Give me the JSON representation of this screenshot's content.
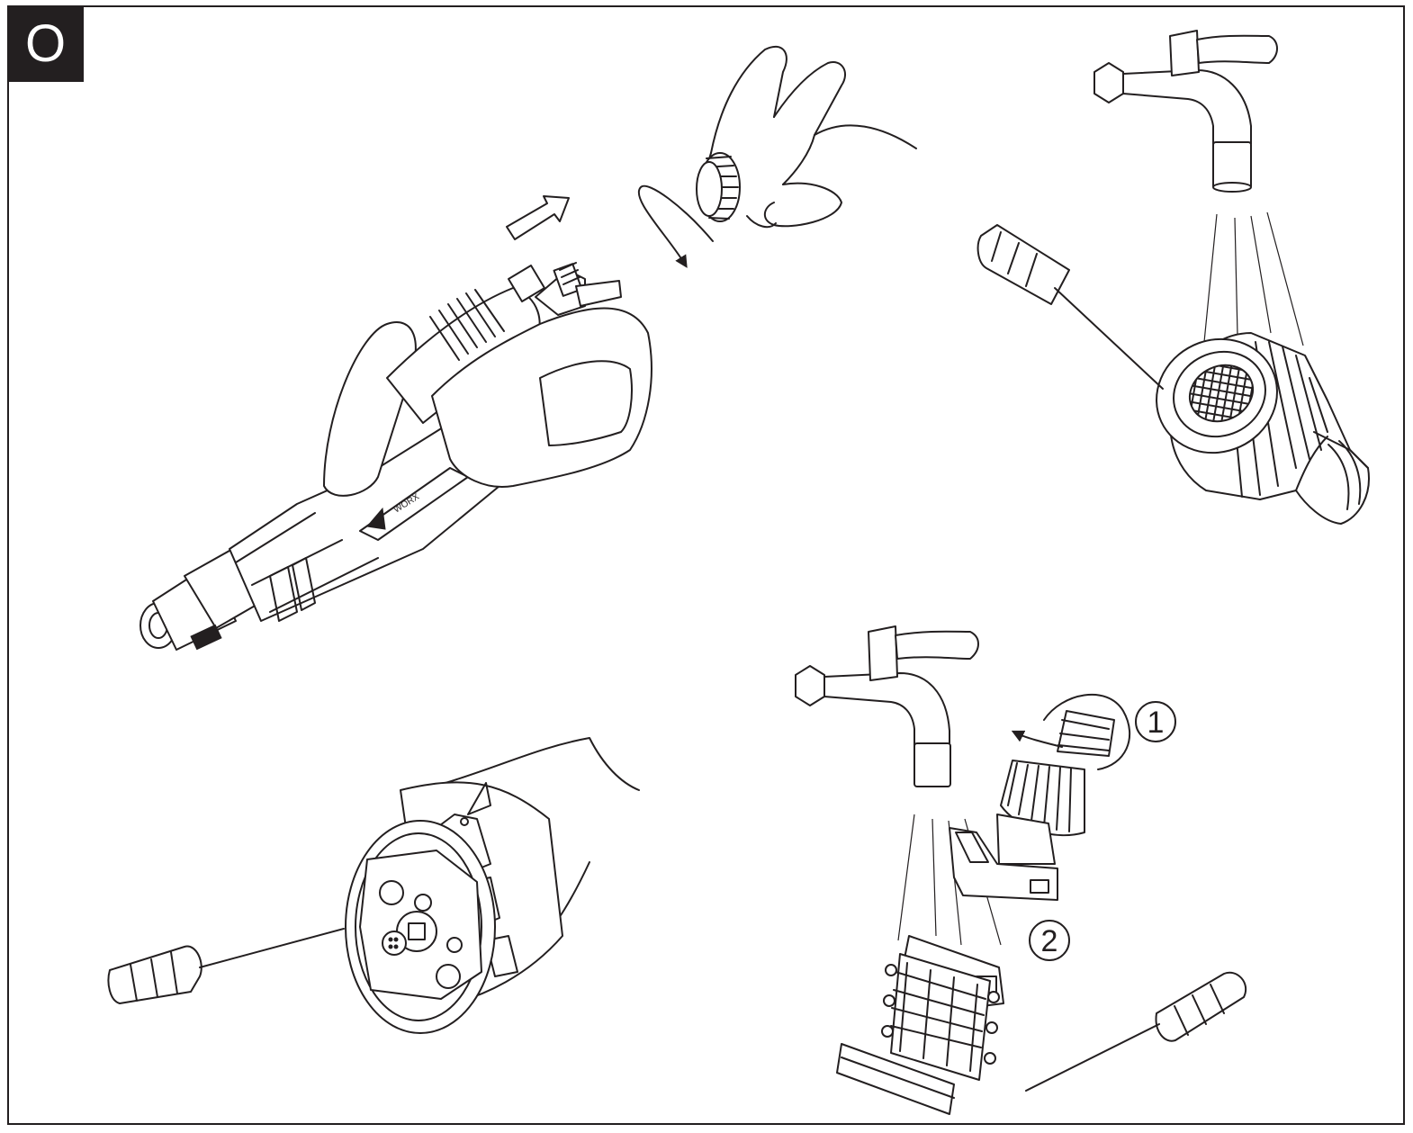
{
  "step_label": "O",
  "callouts": [
    "1",
    "2"
  ],
  "brand_text": "WORX",
  "colors": {
    "line": "#231f20",
    "badge_bg": "#231f20",
    "badge_fg": "#ffffff",
    "paper": "#ffffff"
  },
  "icons": [
    "rotate-arrow-icon",
    "push-direction-arrow-icon",
    "cleaning-needle-icon"
  ]
}
